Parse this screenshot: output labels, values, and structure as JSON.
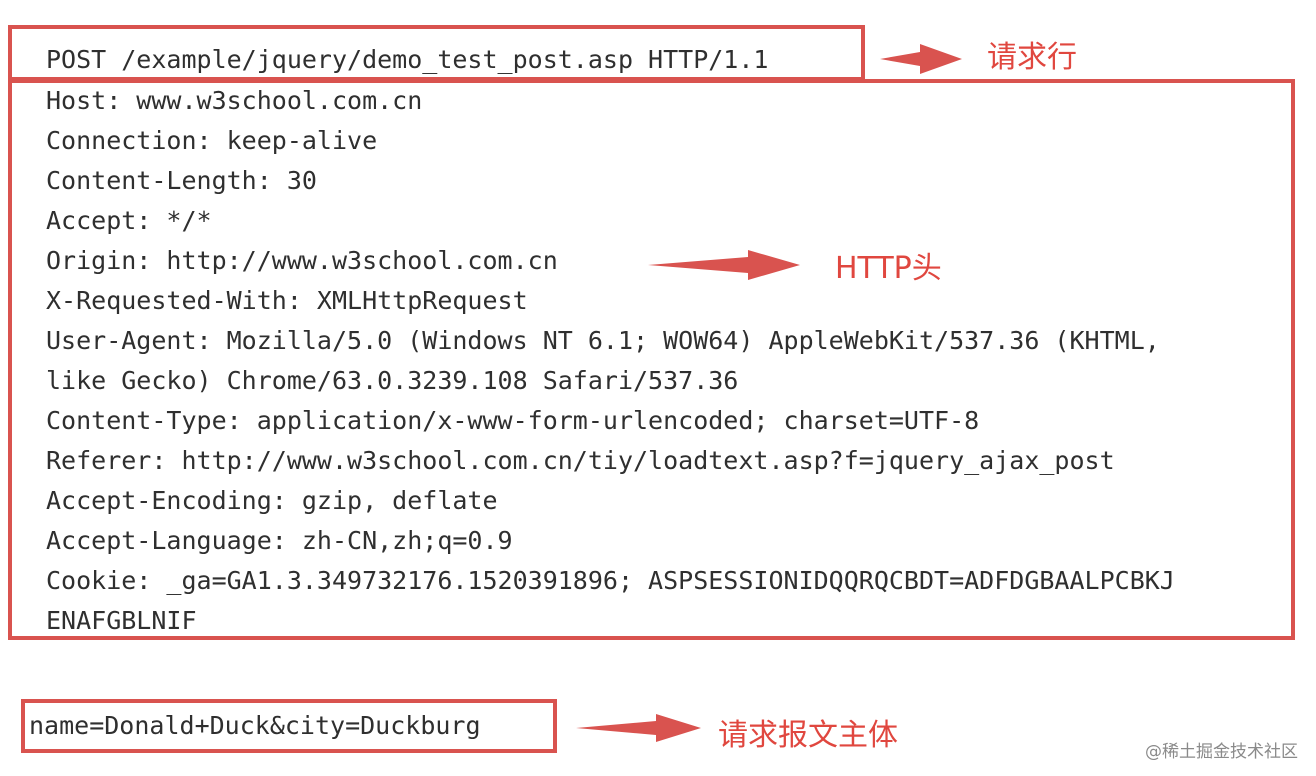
{
  "request_line": "POST /example/jquery/demo_test_post.asp HTTP/1.1",
  "headers": [
    "Host: www.w3school.com.cn",
    "Connection: keep-alive",
    "Content-Length: 30",
    "Accept: */*",
    "Origin: http://www.w3school.com.cn",
    "X-Requested-With: XMLHttpRequest",
    "User-Agent: Mozilla/5.0 (Windows NT 6.1; WOW64) AppleWebKit/537.36 (KHTML,",
    "like Gecko) Chrome/63.0.3239.108 Safari/537.36",
    "Content-Type: application/x-www-form-urlencoded; charset=UTF-8",
    "Referer: http://www.w3school.com.cn/tiy/loadtext.asp?f=jquery_ajax_post",
    "Accept-Encoding: gzip, deflate",
    "Accept-Language: zh-CN,zh;q=0.9",
    "Cookie: _ga=GA1.3.349732176.1520391896; ASPSESSIONIDQQRQCBDT=ADFDGBAALPCBKJ",
    "ENAFGBLNIF"
  ],
  "body": "name=Donald+Duck&city=Duckburg",
  "annotations": {
    "request_line_label": "请求行",
    "headers_label": "HTTP头",
    "body_label": "请求报文主体"
  },
  "watermark": "@稀土掘金技术社区",
  "colors": {
    "accent": "#d9534f",
    "text": "#2f2f2f"
  }
}
